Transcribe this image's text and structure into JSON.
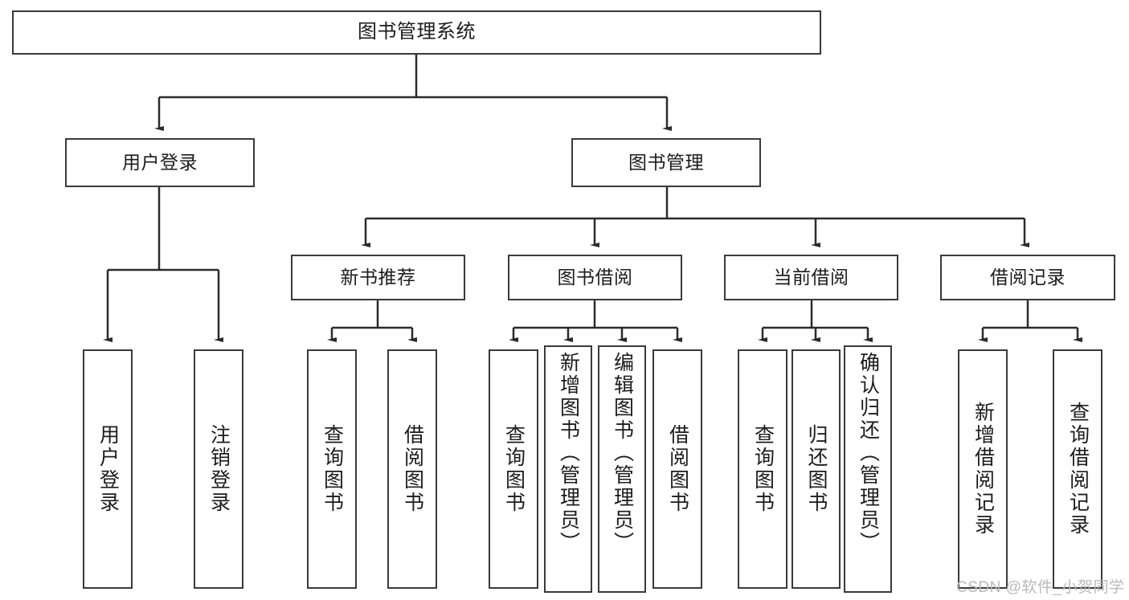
{
  "diagram": {
    "title": "图书管理系统",
    "type": "tree-structure-chart",
    "colors": {
      "box_border": "#3a3a3a",
      "box_fill": "#ffffff",
      "edge": "#2b2b2b",
      "text": "#1c1c1c",
      "watermark": "#b9b9b9",
      "background": "#ffffff"
    }
  },
  "root": {
    "label": "图书管理系统"
  },
  "level1": [
    {
      "label": "用户登录"
    },
    {
      "label": "图书管理"
    }
  ],
  "level2": [
    {
      "label": "新书推荐"
    },
    {
      "label": "图书借阅"
    },
    {
      "label": "当前借阅"
    },
    {
      "label": "借阅记录"
    }
  ],
  "leaves": {
    "user_login": [
      {
        "label": "用户登录"
      },
      {
        "label": "注销登录"
      }
    ],
    "new_book_recommend": [
      {
        "label": "查询图书"
      },
      {
        "label": "借阅图书"
      }
    ],
    "book_borrow": [
      {
        "label": "查询图书"
      },
      {
        "label": "新增图书（管理员）"
      },
      {
        "label": "编辑图书（管理员）"
      },
      {
        "label": "借阅图书"
      }
    ],
    "current_borrow": [
      {
        "label": "查询图书"
      },
      {
        "label": "归还图书"
      },
      {
        "label": "确认归还（管理员）"
      }
    ],
    "borrow_record": [
      {
        "label": "新增借阅记录"
      },
      {
        "label": "查询借阅记录"
      }
    ]
  },
  "watermark": {
    "text": "CSDN @软件_小贺同学"
  }
}
